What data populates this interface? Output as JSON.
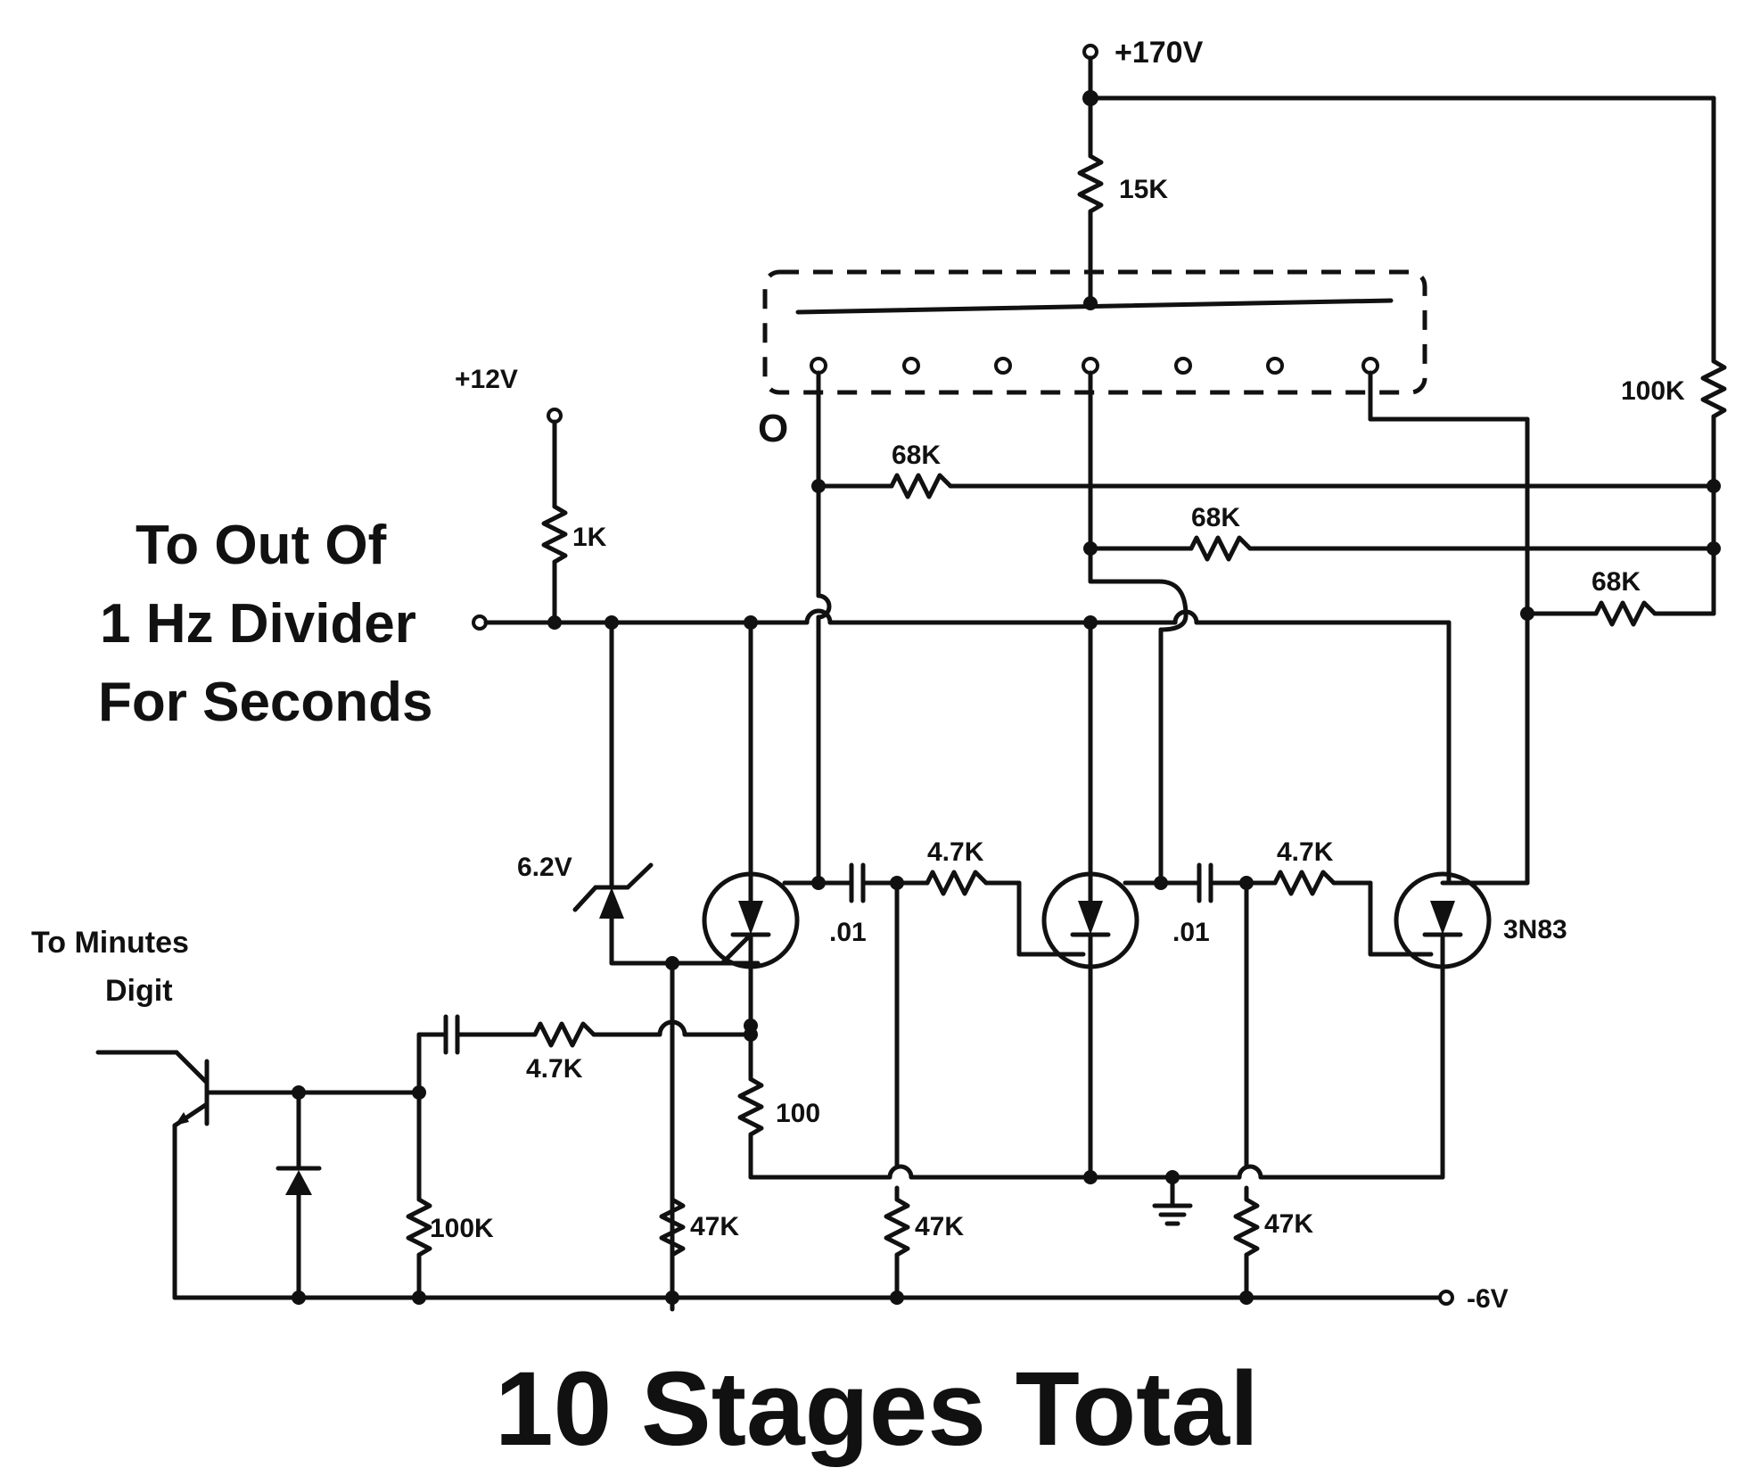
{
  "labels": {
    "v170": "+170V",
    "r15k": "15K",
    "r100k_top": "100K",
    "cathode_zero": "O",
    "r68k_1": "68K",
    "r68k_2": "68K",
    "r68k_3": "68K",
    "v12": "+12V",
    "r1k": "1K",
    "input_line1": "To Out Of",
    "input_line2": "1 Hz Divider",
    "input_line3": "For Seconds",
    "zener": "6.2V",
    "r4k7_1": "4.7K",
    "r4k7_2": "4.7K",
    "r4k7_3": "4.7K",
    "cap_1": ".01",
    "cap_2": ".01",
    "scr_part": "3N83",
    "minutes_line1": "To Minutes",
    "minutes_line2": "Digit",
    "r100": "100",
    "r100k_bottom": "100K",
    "r47k_1": "47K",
    "r47k_2": "47K",
    "r47k_3": "47K",
    "vneg6": "-6V",
    "caption": "10 Stages Total"
  }
}
